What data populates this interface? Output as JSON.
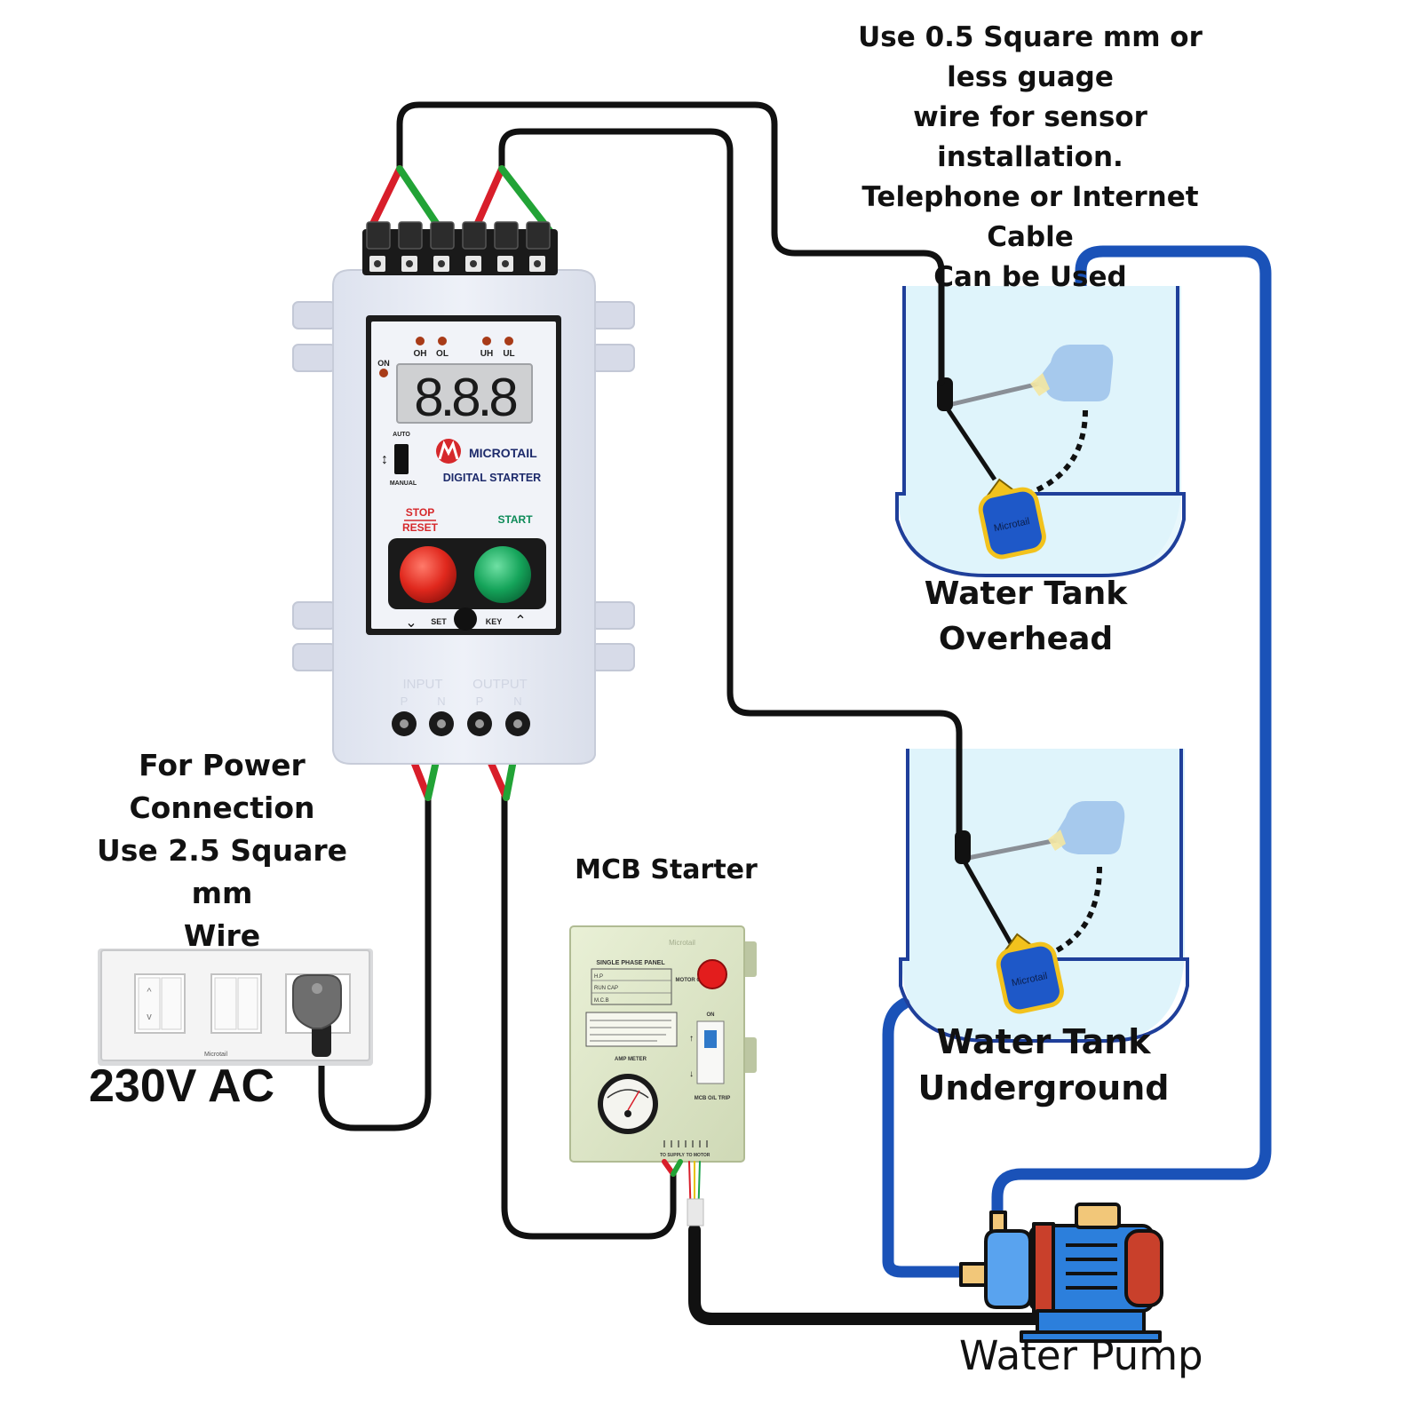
{
  "sensor_note": {
    "lines": [
      "Use 0.5 Square mm or",
      "less guage",
      "wire for sensor installation.",
      "Telephone or Internet Cable",
      "Can be Used"
    ]
  },
  "power_note": {
    "lines": [
      "For Power",
      "Connection",
      "Use 2.5 Square mm",
      "Wire"
    ]
  },
  "supply_label": "230V AC",
  "mcb_title": "MCB Starter",
  "overhead_tank": {
    "line1": "Water Tank",
    "line2": "Overhead"
  },
  "underground_tank": {
    "line1": "Water Tank",
    "line2": "Underground"
  },
  "pump_label": "Water Pump",
  "starter": {
    "indicators": [
      "OH",
      "OL",
      "UH",
      "UL"
    ],
    "on_label": "ON",
    "display": "8.8.8",
    "brand": "MICROTAIL",
    "product": "DIGITAL STARTER",
    "auto_label": "AUTO",
    "manual_label": "MANUAL",
    "stop_label": "STOP",
    "reset_label": "RESET",
    "start_label": "START",
    "set_label": "SET",
    "key_label": "KEY",
    "input_label": "INPUT",
    "output_label": "OUTPUT",
    "p_label": "P",
    "n_label": "N"
  },
  "mcb_panel": {
    "watermark": "Microtail",
    "panel_title": "SINGLE PHASE PANEL",
    "motor_on": "MOTOR ON",
    "rows": [
      "H.P",
      "RUN CAP",
      "M.C.B"
    ],
    "amp_meter": "AMP METER",
    "on_label": "ON",
    "trip_label": "MCB O/L TRIP",
    "to_supply": "TO SUPPLY",
    "to_motor": "TO MOTOR"
  },
  "switchboard_brand": "Microtail",
  "float_brand": "Microtail",
  "colors": {
    "pipe": "#1a52b8",
    "wire_black": "#111111",
    "wire_red": "#d81e2a",
    "wire_green": "#22a336",
    "tank_fill": "#d8f1fa",
    "tank_stroke": "#1f3f9a",
    "float_blue": "#1e58c8",
    "float_yellow": "#f2c21d"
  }
}
